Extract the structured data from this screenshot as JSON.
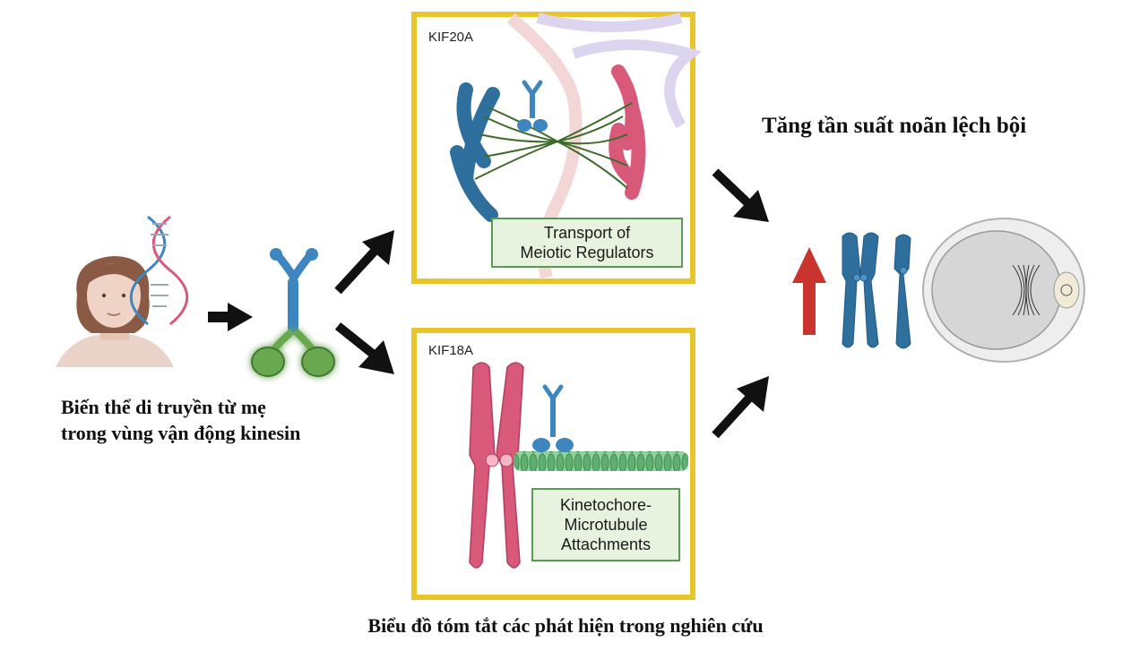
{
  "left_caption": {
    "line1": "Biến thể di truyền từ mẹ",
    "line2": "trong vùng vận động kinesin"
  },
  "right_title": "Tăng tần suất noãn lệch bội",
  "bottom_caption": "Biểu đồ tóm tắt các phát hiện trong nghiên cứu",
  "panels": {
    "top": {
      "label": "KIF20A",
      "box_line1": "Transport of",
      "box_line2": "Meiotic Regulators"
    },
    "bottom": {
      "label": "KIF18A",
      "box_line1": "Kinetochore-",
      "box_line2": "Microtubule",
      "box_line3": "Attachments"
    }
  },
  "colors": {
    "panel_border": "#e8c62a",
    "kinesin_blue": "#3d86bf",
    "chromosome_blue": "#2f6f9e",
    "chromosome_red": "#d9597a",
    "motor_green": "#6aa84f",
    "spindle_green": "#3f6b2a",
    "increase_arrow": "#c9342f",
    "arrow_black": "#111111"
  },
  "icons": [
    "woman-icon",
    "dna-helix-icon",
    "kinesin-icon",
    "oocyte-icon",
    "up-arrow-icon"
  ]
}
